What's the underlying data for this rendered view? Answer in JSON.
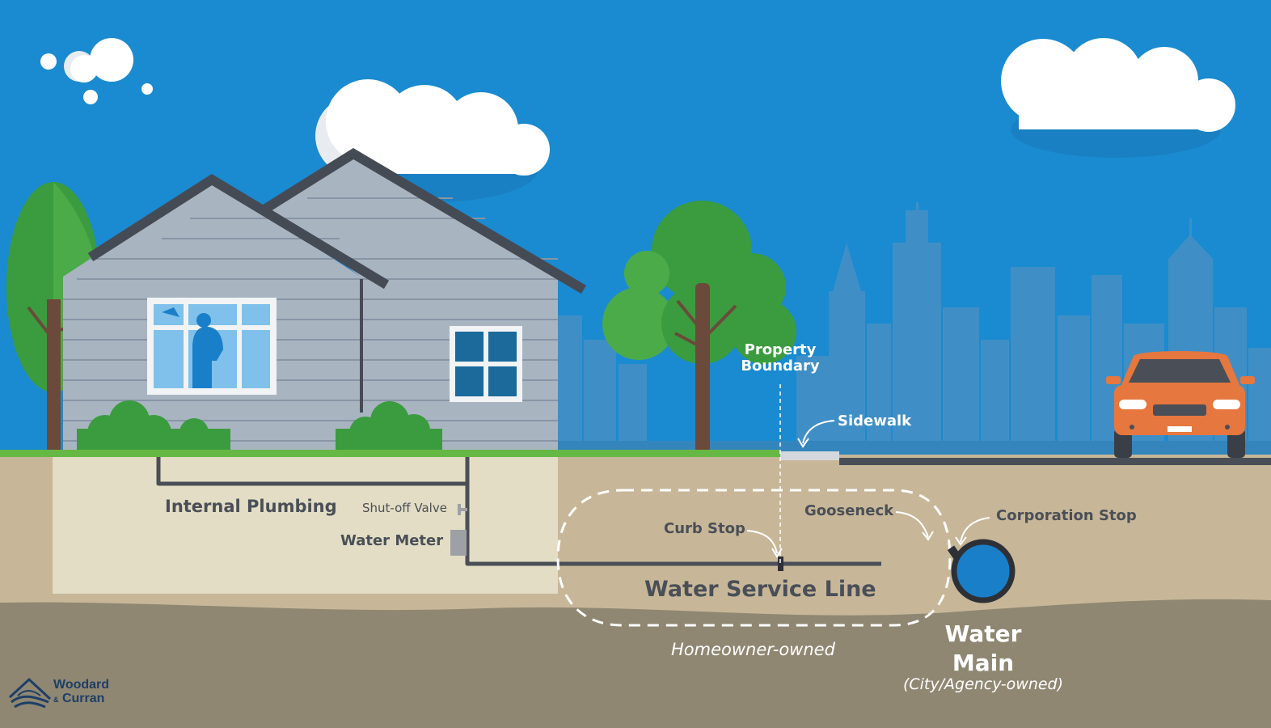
{
  "labels": {
    "property_boundary": [
      "Property",
      "Boundary"
    ],
    "sidewalk": "Sidewalk",
    "internal_plumbing": "Internal Plumbing",
    "shutoff_valve": "Shut-off Valve",
    "water_meter": "Water Meter",
    "curb_stop": "Curb Stop",
    "gooseneck": "Gooseneck",
    "corporation_stop": "Corporation Stop",
    "water_service_line": "Water Service Line",
    "homeowner_owned": "Homeowner-owned",
    "water_main": [
      "Water",
      "Main"
    ],
    "city_owned": "(City/Agency-owned)"
  },
  "logo": {
    "line1": "Woodard",
    "amp": "&",
    "line2": "Curran"
  },
  "colors": {
    "sky": "#1a8bd0",
    "skyline": "#3f8fc6",
    "soil_top": "#c7b798",
    "soil_deep": "#8f8772",
    "basement": "#e2ddc4",
    "house_siding": "#a9b4c1",
    "roof": "#454b55",
    "pipe": "#4a4f57",
    "water_main": "#1a7fc9",
    "car": "#e5773f",
    "tree_green": "#3a9c3e",
    "trunk": "#6b4a3b",
    "grass": "#66b844",
    "label_dark": "#4a4f57",
    "label_light": "#ffffff"
  }
}
